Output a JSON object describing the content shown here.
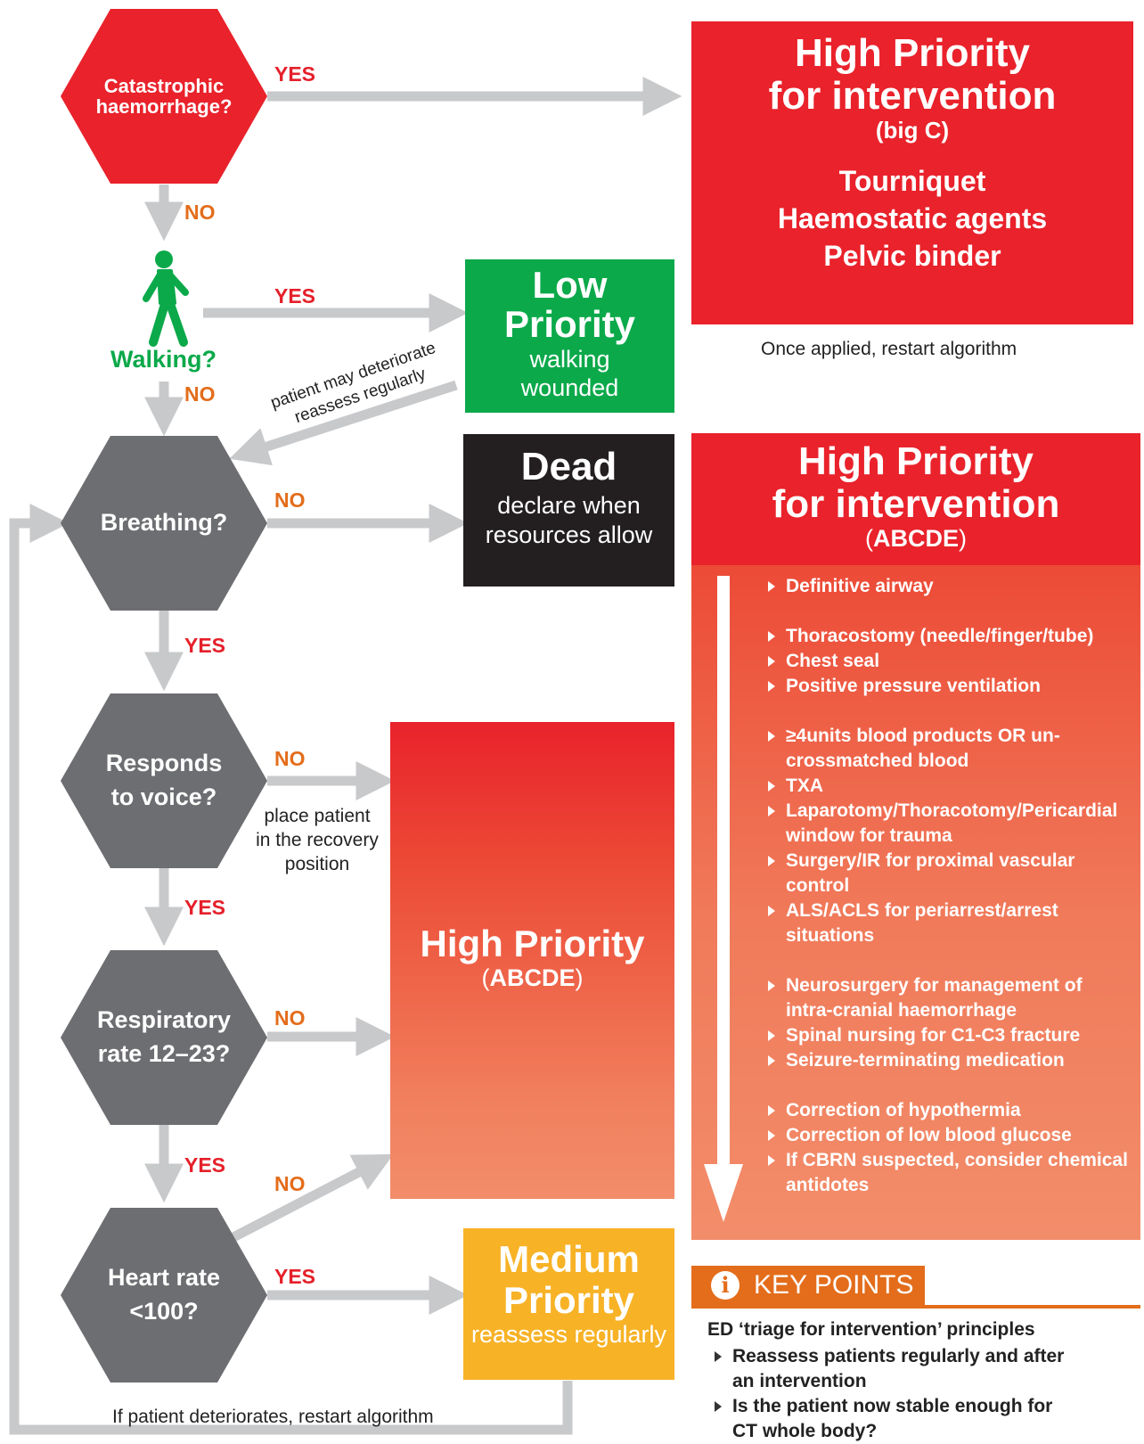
{
  "decisions": {
    "catastrophic": "Catastrophic\nhaemorrhage?",
    "walking": "Walking?",
    "breathing": "Breathing?",
    "responds": "Responds\nto voice?",
    "respiratory": "Respiratory\nrate 12–23?",
    "heart": "Heart rate\n<100?"
  },
  "labels": {
    "yes": "YES",
    "no": "NO"
  },
  "notes": {
    "deteriorate_1": "patient may deteriorate",
    "deteriorate_2": "reassess regularly",
    "recovery": "place patient\nin the recovery\nposition",
    "restart_bottom": "If patient deteriorates, restart algorithm",
    "restart_top": "Once applied, restart algorithm"
  },
  "high_big_c": {
    "title_1": "High Priority",
    "title_2": "for intervention",
    "sub": "(big C)",
    "items": [
      "Tourniquet",
      "Haemostatic agents",
      "Pelvic binder"
    ]
  },
  "low": {
    "title_1": "Low",
    "title_2": "Priority",
    "sub_1": "walking",
    "sub_2": "wounded"
  },
  "dead": {
    "title": "Dead",
    "sub_1": "declare when",
    "sub_2": "resources allow"
  },
  "high_center": {
    "title": "High Priority",
    "sub": "ABCDE"
  },
  "medium": {
    "title_1": "Medium",
    "title_2": "Priority",
    "sub": "reassess regularly"
  },
  "high_abcde": {
    "title_1": "High Priority",
    "title_2": "for intervention",
    "sub": "ABCDE",
    "groups": [
      [
        "Definitive airway"
      ],
      [
        "Thoracostomy (needle/finger/tube)",
        "Chest seal",
        "Positive pressure ventilation"
      ],
      [
        "≥4units blood products OR un-crossmatched blood",
        "TXA",
        "Laparotomy/Thoracotomy/Pericardial window for trauma",
        "Surgery/IR for proximal vascular control",
        "ALS/ACLS for periarrest/arrest situations"
      ],
      [
        "Neurosurgery for management of intra-cranial haemorrhage",
        "Spinal nursing for C1-C3 fracture",
        "Seizure-terminating medication"
      ],
      [
        "Correction of hypothermia",
        "Correction of low blood glucose",
        "If CBRN suspected, consider chemical antidotes"
      ]
    ]
  },
  "key_points": {
    "header": "KEY POINTS",
    "subtitle": "ED ‘triage for intervention’ principles",
    "items": [
      "Reassess patients regularly and after an intervention",
      "Is the patient now stable enough for CT whole body?"
    ]
  },
  "colors": {
    "red": "#e9222b",
    "green": "#0ba94a",
    "black": "#231f20",
    "grey_hex": "#6d6e71",
    "orange": "#f7b226",
    "arrow": "#c8c9cb"
  }
}
